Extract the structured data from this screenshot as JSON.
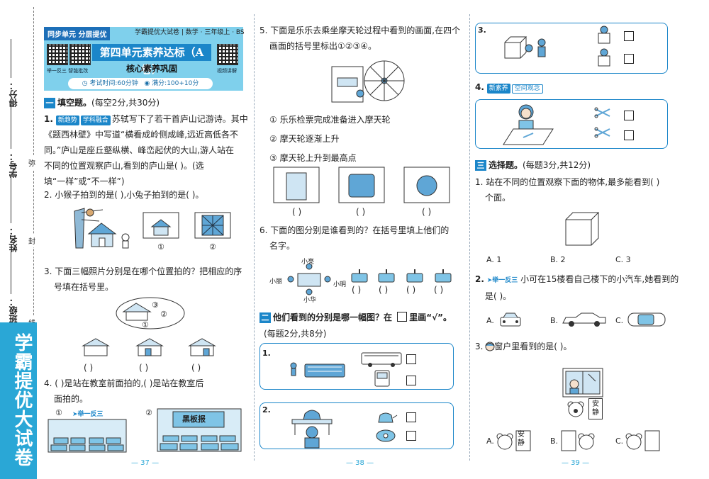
{
  "binding": {
    "score_label": "得分：",
    "id_label": "学号：",
    "name_label": "姓名：",
    "class_label": "班级：",
    "seal_chars": [
      "弥",
      "封",
      "线"
    ],
    "spine_title": "学霸提优大试卷"
  },
  "header": {
    "tag": "同步单元  分层提优",
    "series": "学霸提优大试卷 | 数学 · 三年级上 · BS",
    "unit_title": "第四单元素养达标（A卷）",
    "sub_title": "核心素养巩固",
    "qr_left_caption": "举一反三 智能批改",
    "qr_right_caption": "视频讲解",
    "time": "考试时间:60分钟",
    "score": "满分:100+10分"
  },
  "section1": {
    "num": "一",
    "title": "填空题。",
    "note": "(每空2分,共30分)",
    "q1": {
      "num": "1.",
      "tag1": "新趋势",
      "tag2": "学科融合",
      "lines": [
        "苏轼写下了若干首庐山记游诗。其中",
        "《题西林壁》中写道“横看成岭侧成峰,远近高低各不",
        "同。”庐山是座丘壑纵横、峰峦起伏的大山,游人站在",
        "不同的位置观察庐山,看到的庐山是(      )。(选",
        "填“一样”或“不一样”)"
      ]
    },
    "q2": {
      "text": "2. 小猴子拍到的是(      ),小兔子拍到的是(      )。",
      "opt1": "①",
      "opt2": "②"
    },
    "q3": {
      "lines": [
        "3. 下面三幅照片分别是在哪个位置拍的？把相应的序",
        "号填在括号里。"
      ],
      "marks": [
        "①",
        "②",
        "③"
      ],
      "parens": [
        "(      )",
        "(      )",
        "(      )"
      ]
    },
    "q4": {
      "lines": [
        "4. (      )是站在教室前面拍的,(      )是站在教室后",
        "面拍的。"
      ],
      "opt1": "①",
      "opt2": "②",
      "tag": "举一反三",
      "board": "黑板报"
    },
    "q5": {
      "lines": [
        "5. 下面是乐乐去乘坐摩天轮过程中看到的画面,在四个",
        "画面的括号里标出①②③④。"
      ],
      "steps": [
        "① 乐乐检票完成准备进入摩天轮",
        "② 摩天轮逐渐上升",
        "③ 摩天轮上升到最高点"
      ],
      "parens": [
        "(      )",
        "(      )",
        "(      )"
      ]
    },
    "q6": {
      "lines": [
        "6. 下面的图分别是谁看到的？在括号里填上他们的",
        "名字。"
      ],
      "names": [
        "小亮",
        "小丽",
        "小明",
        "小华"
      ],
      "parens": [
        "(      )",
        "(      )",
        "(      )",
        "(      )"
      ]
    }
  },
  "section2": {
    "num": "二",
    "title": "他们看到的分别是哪一幅图？在",
    "title2": "里画“√”。",
    "note": "(每题2分,共8分)",
    "items": [
      "1.",
      "2.",
      "3.",
      "4."
    ],
    "item4_tag": "新素养",
    "item4_tag2": "空间观念"
  },
  "section3": {
    "num": "三",
    "title": "选择题。",
    "note": "(每题3分,共12分)",
    "q1": {
      "lines": [
        "1. 站在不同的位置观察下面的物体,最多能看到(      )",
        "个面。"
      ],
      "options": [
        "A. 1",
        "B. 2",
        "C. 3"
      ]
    },
    "q2": {
      "num": "2.",
      "tag": "举一反三",
      "lines": [
        "小可在15楼看自己楼下的小汽车,她看到的",
        "是(      )。"
      ],
      "options": [
        "A.",
        "B.",
        "C."
      ]
    },
    "q3": {
      "text": "3.       从窗户里看到的是(      )。",
      "sign": [
        "安",
        "静"
      ],
      "options": [
        "A.",
        "B.",
        "C."
      ]
    }
  },
  "pages": [
    "— 37 —",
    "— 38 —",
    "— 39 —"
  ],
  "colors": {
    "accent": "#1b86c9",
    "banner": "#7fd0ec",
    "spine": "#2aa7d6"
  }
}
